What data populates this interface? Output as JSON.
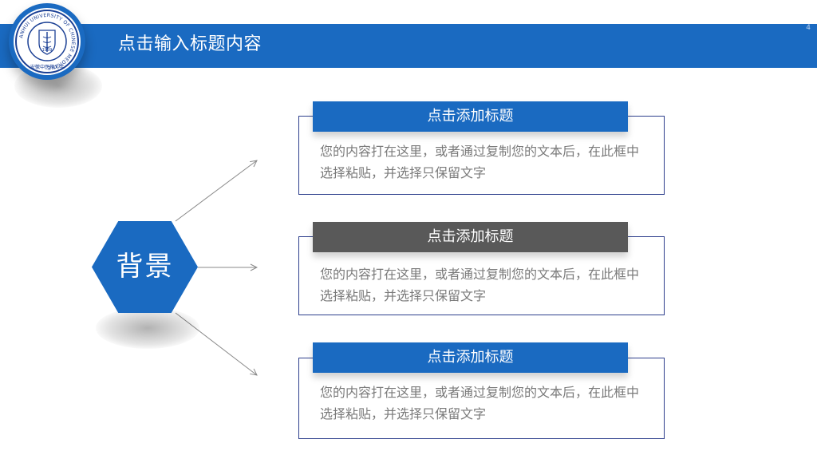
{
  "header": {
    "title": "点击输入标题内容",
    "page_number": "4"
  },
  "logo": {
    "ring_text": "ANHUI UNIVERSITY OF CHINESE MEDICINE",
    "bottom_text": "安徽中医药大学",
    "year": "1959"
  },
  "hexagon": {
    "label": "背景"
  },
  "cards": [
    {
      "title": "点击添加标题",
      "body_line1": "您的内容打在这里，或者通过复制您的文本后，在此框中",
      "body_line2": "选择粘贴，并选择只保留文字",
      "title_color": "#1a6ac1"
    },
    {
      "title": "点击添加标题",
      "body_line1": "您的内容打在这里，或者通过复制您的文本后，在此框中",
      "body_line2": "选择粘贴，并选择只保留文字",
      "title_color": "#595959"
    },
    {
      "title": "点击添加标题",
      "body_line1": "您的内容打在这里，或者通过复制您的文本后，在此框中",
      "body_line2": "选择粘贴，并选择只保留文字",
      "title_color": "#1a6ac1"
    }
  ],
  "colors": {
    "accent": "#1a6ac1",
    "secondary": "#595959",
    "card_border": "#2e3f8c",
    "body_text": "#7a7a7a"
  }
}
